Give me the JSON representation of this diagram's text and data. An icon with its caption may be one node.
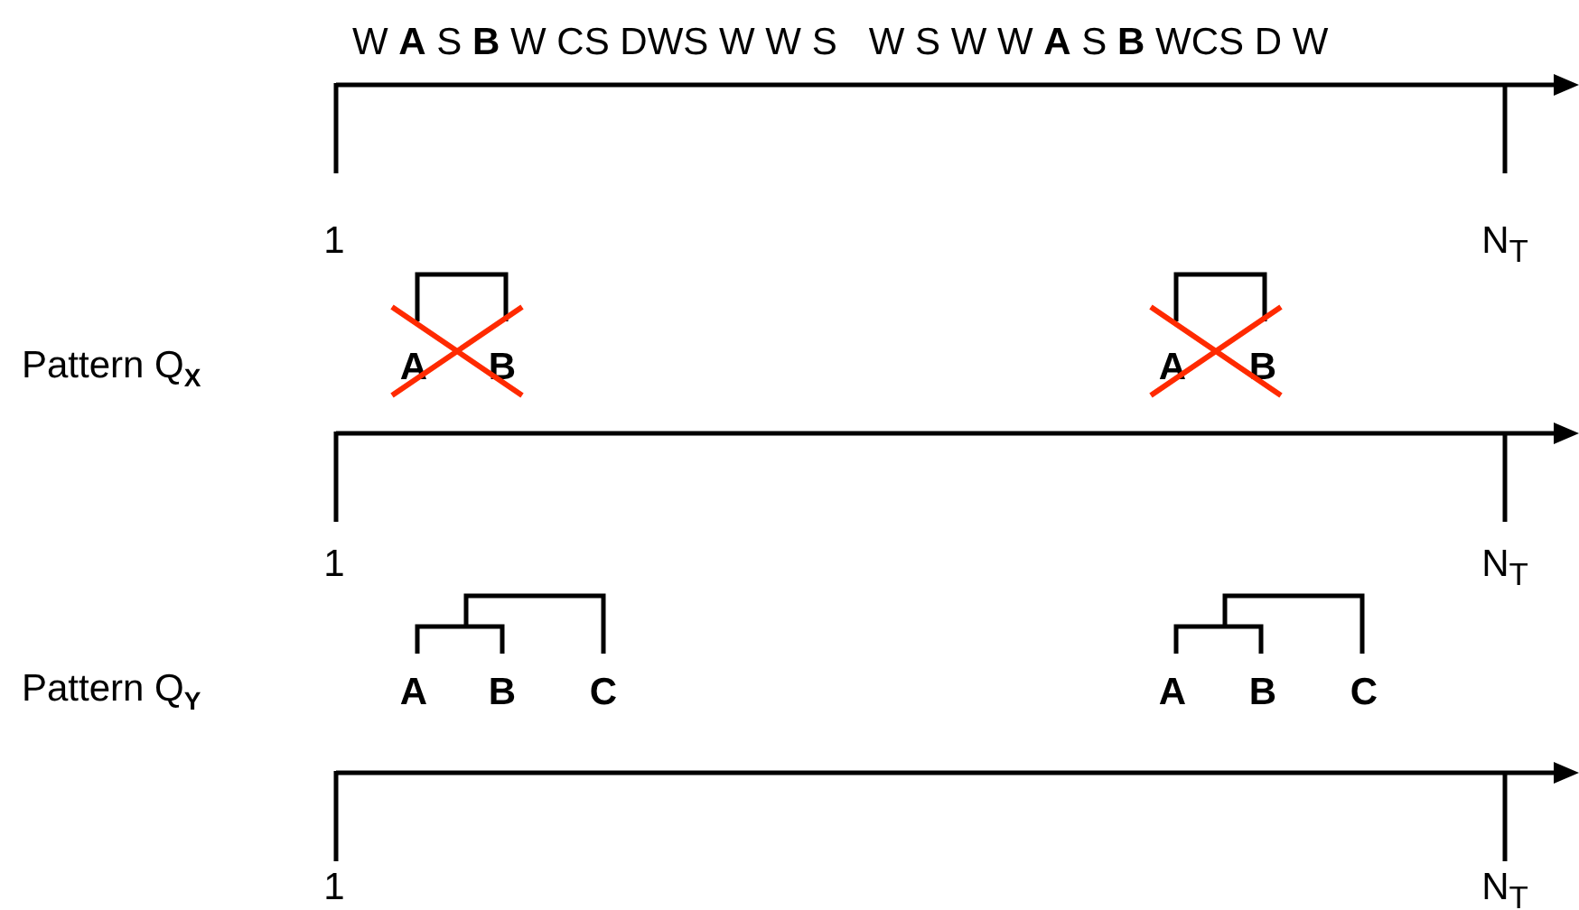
{
  "diagram": {
    "labels": [
      "W **A** S **B** W CS DWS W W S   W S W W **A** S **B** WCS D W",
      "1",
      "N$_{T}$",
      "Pattern Q$_{X}$",
      "A",
      "B",
      "A",
      "B",
      "1",
      "N$_{T}$",
      "Pattern Q$_{Y}$",
      "A",
      "B",
      "C",
      "A",
      "B",
      "C",
      "1",
      "N$_{T}$"
    ]
  }
}
